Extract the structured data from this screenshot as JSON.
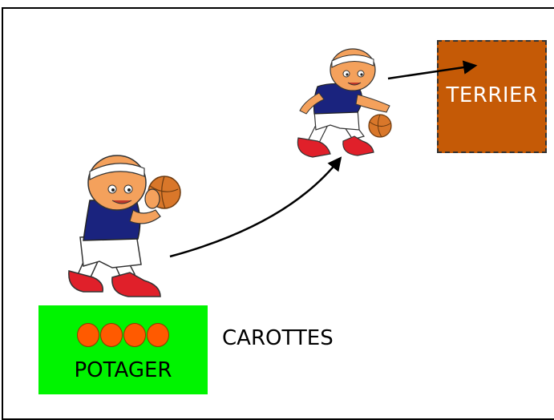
{
  "terrier": {
    "label": "TERRIER",
    "color": "#c55a06"
  },
  "potager": {
    "label": "POTAGER",
    "color": "#00f400",
    "carrot_color": "#ff5a00",
    "carrot_count": 4
  },
  "carottes_label": "CAROTTES",
  "colors": {
    "jersey": "#1a237e",
    "skin": "#f4a15c",
    "shoe": "#e0202a",
    "ball": "#d9772a"
  },
  "icons": [
    "basketball-player-holding-ball-icon",
    "basketball-player-dribbling-icon",
    "curved-arrow-icon",
    "straight-arrow-icon"
  ]
}
